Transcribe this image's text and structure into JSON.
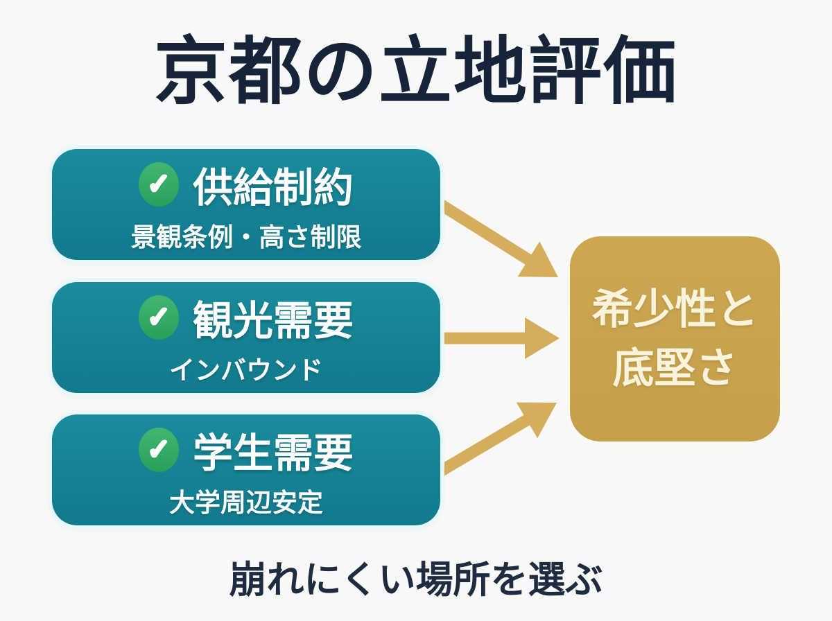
{
  "title": "京都の立地評価",
  "factors": [
    {
      "label": "供給制約",
      "sublabel": "景観条例・高さ制限"
    },
    {
      "label": "観光需要",
      "sublabel": "インバウンド"
    },
    {
      "label": "学生需要",
      "sublabel": "大学周辺安定"
    }
  ],
  "outcome": {
    "line1": "希少性と",
    "line2": "底堅さ"
  },
  "footer": "崩れにくい場所を選ぶ",
  "icons": {
    "check_glyph": "✓"
  },
  "colors": {
    "background": "#f8f8f6",
    "title_text": "#16243a",
    "factor_box_teal": "#148293",
    "factor_text": "#ffffff",
    "check_circle_green": "#2ca862",
    "outcome_box_gold": "#c9a450",
    "outcome_text": "#faf3dc",
    "arrow_gold": "#d4ae5c",
    "footer_text": "#1e2c42"
  }
}
